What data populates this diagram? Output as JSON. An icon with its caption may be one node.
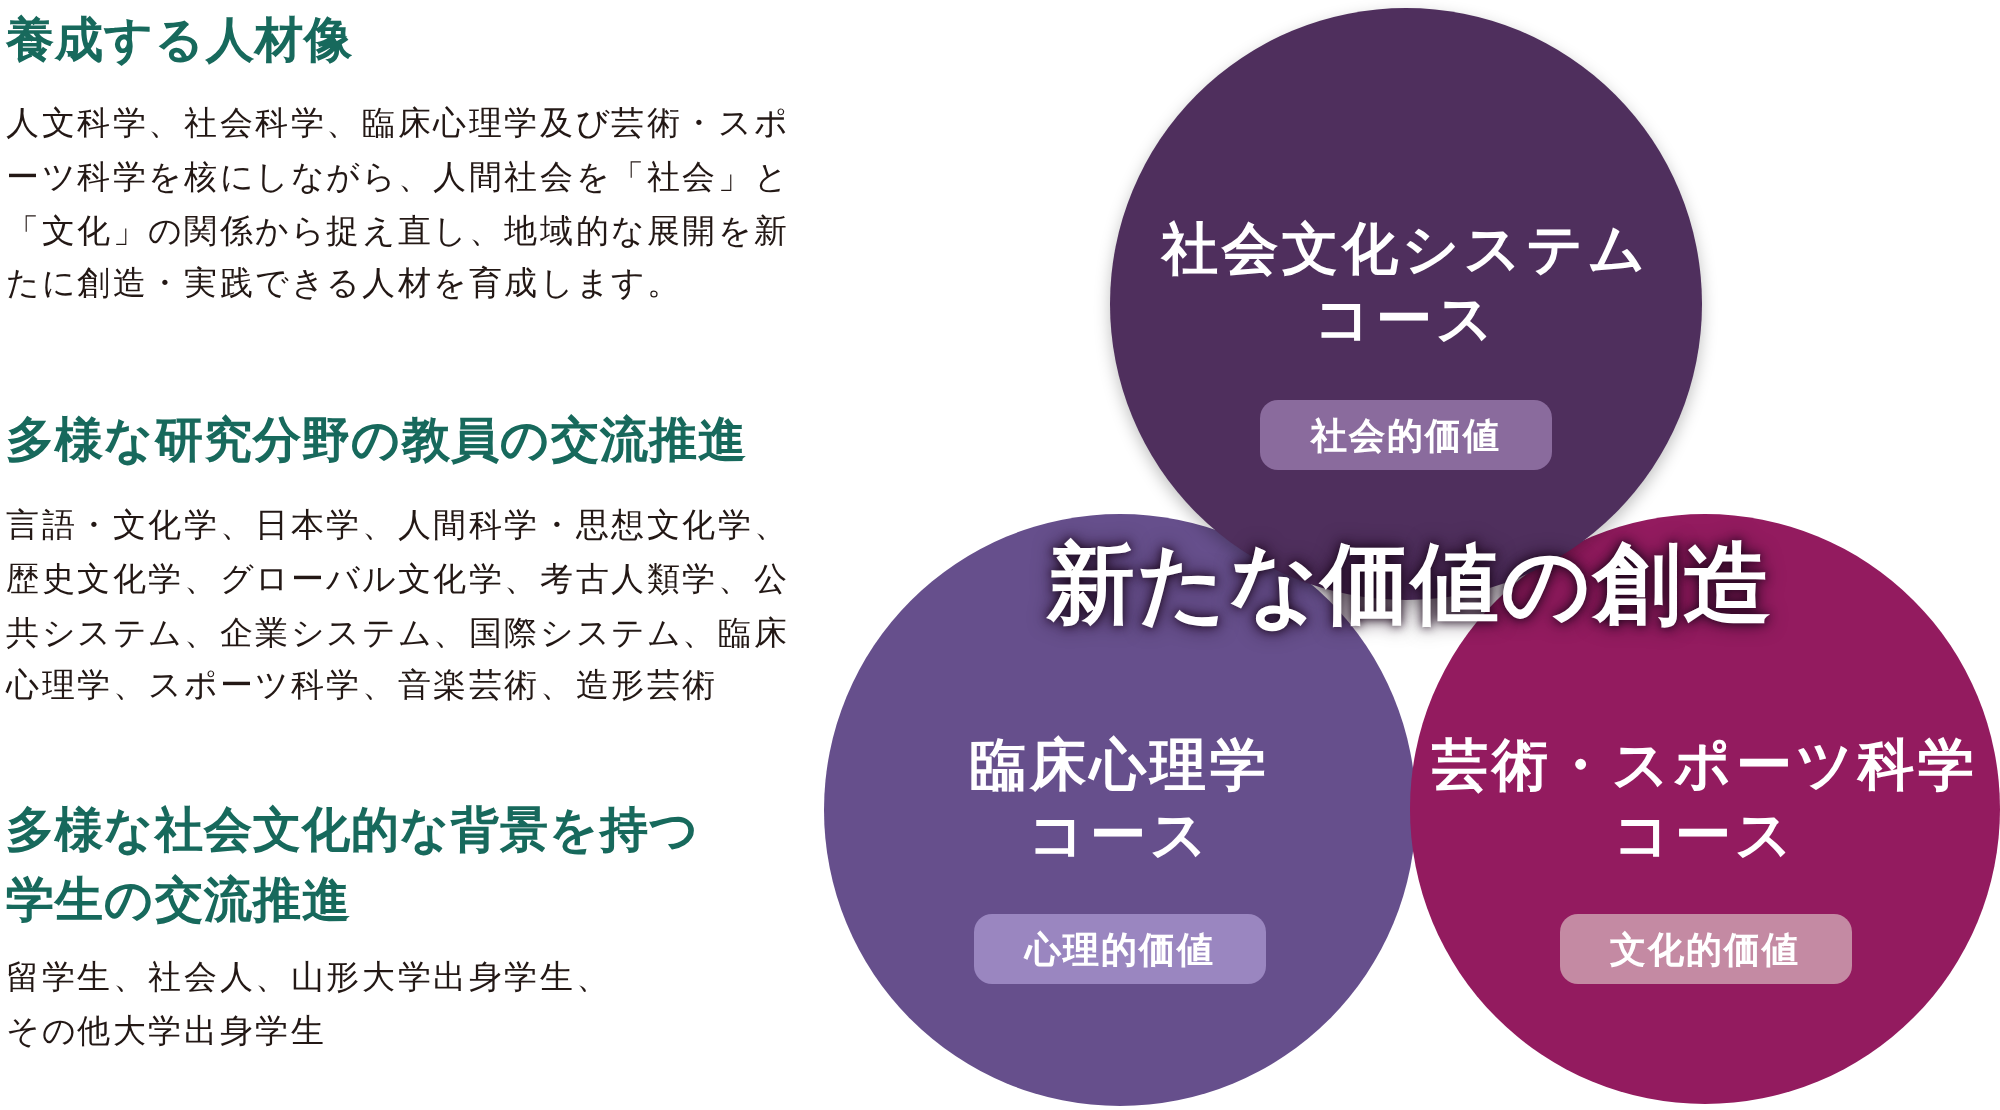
{
  "diagram": {
    "nodes": [
      {
        "text": [
          "社会文化システムコース"
        ]
      },
      {
        "text": [
          "社会的価値"
        ],
        "in": 0
      },
      {
        "text": [
          "臨床心理学コース"
        ]
      },
      {
        "text": [
          "心理的価値"
        ],
        "in": 2
      },
      {
        "text": [
          "芸術・スポーツ科学コース"
        ]
      },
      {
        "text": [
          "文化的価値"
        ],
        "in": 4
      }
    ],
    "labels": [
      "養成する人材像",
      "人文科学、社会科学、臨床心理学及び芸術・スポーツ科学を核にしながら、人間社会を「社会」と「文化」の関係から捉え直し、地域的な展開を新たに創造・実践できる人材を育成します。",
      "多様な研究分野の教員の交流推進",
      "言語・文化学、日本学、人間科学・思想文化学、歴史文化学、グローバル文化学、考古人類学、公共システム、企業システム、国際システム、臨床心理学、スポーツ科学、音楽芸術、造形芸術",
      "多様な社会文化的な背景を持つ学生の交流推進",
      "留学生、社会人、山形大学出身学生、その他大学出身学生",
      "新たな価値の創造"
    ]
  }
}
